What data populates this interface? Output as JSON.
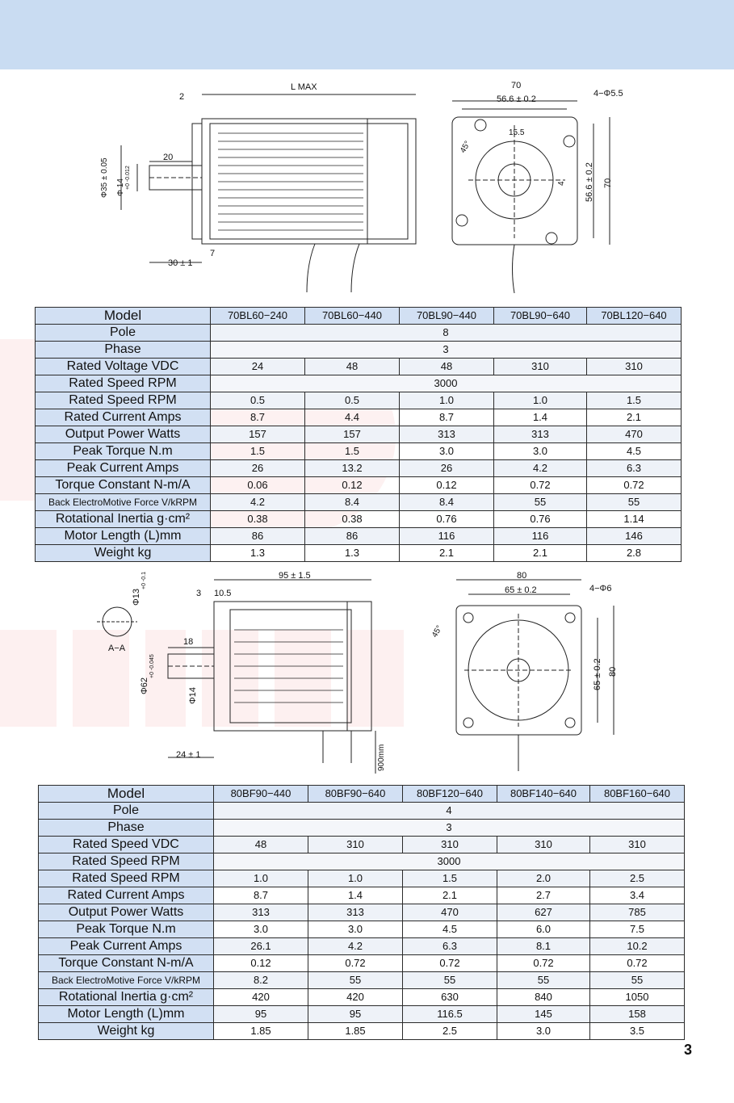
{
  "page_number": "3",
  "watermark": {
    "color": "#e53935"
  },
  "drawing1": {
    "L_max": "L   MAX",
    "dim_2": "2",
    "dim_20": "20",
    "shaft_dia": "Φ35 ± 0.05",
    "shaft_dia2": "Φ 14",
    "shaft_tol": "+0 -0.012",
    "dim_30": "30 ± 1",
    "dim_7": "7",
    "front_70": "70",
    "front_566": "56.6 ± 0.2",
    "hole": "4−Φ5.5",
    "dim_155": "15.5",
    "angle": "45°",
    "dim_4": "4",
    "side_566": "56.6 ± 0.2",
    "side_70": "70"
  },
  "table1": {
    "model_label": "Model",
    "models": [
      "70BL60−240",
      "70BL60−440",
      "70BL90−440",
      "70BL90−640",
      "70BL120−640"
    ],
    "rows": [
      {
        "label": "Pole",
        "merged": "8"
      },
      {
        "label": "Phase",
        "merged": "3"
      },
      {
        "label": "Rated Voltage VDC",
        "values": [
          "24",
          "48",
          "48",
          "310",
          "310"
        ]
      },
      {
        "label": "Rated Speed RPM",
        "merged": "3000"
      },
      {
        "label": "Rated Speed RPM",
        "values": [
          "0.5",
          "0.5",
          "1.0",
          "1.0",
          "1.5"
        ]
      },
      {
        "label": "Rated Current Amps",
        "values": [
          "8.7",
          "4.4",
          "8.7",
          "1.4",
          "2.1"
        ]
      },
      {
        "label": "Output Power Watts",
        "values": [
          "157",
          "157",
          "313",
          "313",
          "470"
        ]
      },
      {
        "label": "Peak Torque N.m",
        "values": [
          "1.5",
          "1.5",
          "3.0",
          "3.0",
          "4.5"
        ]
      },
      {
        "label": "Peak Current Amps",
        "values": [
          "26",
          "13.2",
          "26",
          "4.2",
          "6.3"
        ]
      },
      {
        "label": "Torque Constant N-m/A",
        "values": [
          "0.06",
          "0.12",
          "0.12",
          "0.72",
          "0.72"
        ]
      },
      {
        "label": "Back ElectroMotive Force  V/kRPM",
        "small": true,
        "values": [
          "4.2",
          "8.4",
          "8.4",
          "55",
          "55"
        ]
      },
      {
        "label": "Rotational Inertia g·cm²",
        "values": [
          "0.38",
          "0.38",
          "0.76",
          "0.76",
          "1.14"
        ]
      },
      {
        "label": "Motor Length (L)mm",
        "values": [
          "86",
          "86",
          "116",
          "116",
          "146"
        ]
      },
      {
        "label": "Weight kg",
        "values": [
          "1.3",
          "1.3",
          "2.1",
          "2.1",
          "2.8"
        ]
      }
    ]
  },
  "drawing2": {
    "dim_95": "95 ± 1.5",
    "dim_3": "3",
    "dim_105": "10.5",
    "key_dia": "Φ13",
    "key_tol": "+0 -0.1",
    "section": "A−A",
    "dim_18": "18",
    "pilot_dia": "Φ62",
    "pilot_tol": "+0 -0.045",
    "shaft_dia": "Φ14",
    "dim_24": "24 ± 1",
    "lead": "900mm",
    "front_80": "80",
    "front_65": "65 ± 0.2",
    "hole": "4−Φ6",
    "angle": "45°",
    "side_65": "65 ± 0.2",
    "side_80": "80"
  },
  "table2": {
    "model_label": "Model",
    "models": [
      "80BF90−440",
      "80BF90−640",
      "80BF120−640",
      "80BF140−640",
      "80BF160−640"
    ],
    "rows": [
      {
        "label": "Pole",
        "merged": "4"
      },
      {
        "label": "Phase",
        "merged": "3"
      },
      {
        "label": "Rated Speed VDC",
        "values": [
          "48",
          "310",
          "310",
          "310",
          "310"
        ]
      },
      {
        "label": "Rated Speed RPM",
        "merged": "3000"
      },
      {
        "label": "Rated Speed RPM",
        "values": [
          "1.0",
          "1.0",
          "1.5",
          "2.0",
          "2.5"
        ]
      },
      {
        "label": "Rated Current Amps",
        "values": [
          "8.7",
          "1.4",
          "2.1",
          "2.7",
          "3.4"
        ]
      },
      {
        "label": "Output Power Watts",
        "values": [
          "313",
          "313",
          "470",
          "627",
          "785"
        ]
      },
      {
        "label": "Peak Torque N.m",
        "values": [
          "3.0",
          "3.0",
          "4.5",
          "6.0",
          "7.5"
        ]
      },
      {
        "label": "Peak Current Amps",
        "values": [
          "26.1",
          "4.2",
          "6.3",
          "8.1",
          "10.2"
        ]
      },
      {
        "label": "Torque Constant N-m/A",
        "values": [
          "0.12",
          "0.72",
          "0.72",
          "0.72",
          "0.72"
        ]
      },
      {
        "label": "Back ElectroMotive Force  V/kRPM",
        "small": true,
        "values": [
          "8.2",
          "55",
          "55",
          "55",
          "55"
        ]
      },
      {
        "label": "Rotational Inertia g·cm²",
        "values": [
          "420",
          "420",
          "630",
          "840",
          "1050"
        ]
      },
      {
        "label": "Motor Length (L)mm",
        "values": [
          "95",
          "95",
          "116.5",
          "145",
          "158"
        ]
      },
      {
        "label": "Weight kg",
        "values": [
          "1.85",
          "1.85",
          "2.5",
          "3.0",
          "3.5"
        ]
      }
    ]
  }
}
